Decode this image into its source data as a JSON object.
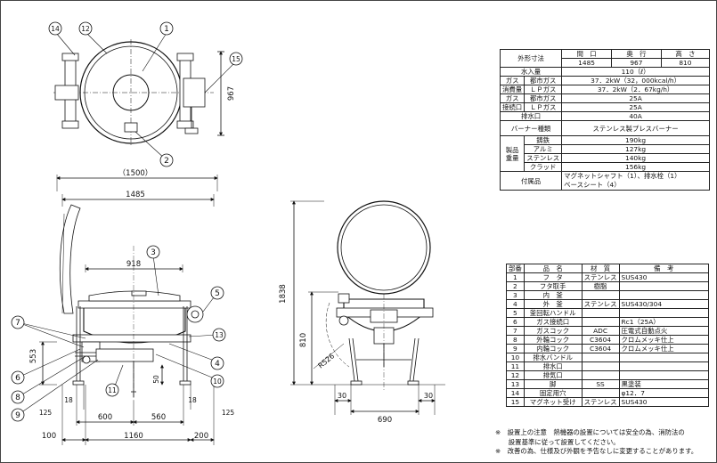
{
  "spec": {
    "outer_dim_label": "外形寸法",
    "dim_headers": [
      "間　口",
      "奥　行",
      "高　さ"
    ],
    "dim_values": [
      "1485",
      "967",
      "810"
    ],
    "water_label": "水入量",
    "water_value": "110（ℓ）",
    "gas_consumption_label": "ガス消費量",
    "gas_consumption_label_parts": [
      "ガス",
      "消費量"
    ],
    "city_gas_label": "都市ガス",
    "lp_gas_label": "ＬＰガス",
    "consumption_city": "37．2kW（32，000kcal/h）",
    "consumption_lp": "37．2kW（2．67kg/h）",
    "gas_conn_label": "ガス接続口",
    "gas_conn_label_parts": [
      "ガス",
      "接続口"
    ],
    "conn_city": "25A",
    "conn_lp": "25A",
    "drain_label": "排水口",
    "drain_value": "40A",
    "burner_label": "バーナー種類",
    "burner_value": "ステンレス製プレスバーナー",
    "weight_label": "製品重量",
    "weight_label_parts": [
      "製品",
      "重量"
    ],
    "weights": [
      {
        "material": "鋳鉄",
        "value": "190kg"
      },
      {
        "material": "アルミ",
        "value": "127kg"
      },
      {
        "material": "ステンレス",
        "value": "140kg"
      },
      {
        "material": "クラッド",
        "value": "156kg"
      }
    ],
    "accessory_label": "付属品",
    "accessory_line1": "マグネットシャフト（1）、排水栓（1）",
    "accessory_line2": "ベースシート（4）"
  },
  "parts": {
    "headers": [
      "部番",
      "品　名",
      "材　質",
      "備　考"
    ],
    "rows": [
      {
        "no": "1",
        "name": "フ　タ",
        "material": "ステンレス",
        "note": "SUS430"
      },
      {
        "no": "2",
        "name": "フタ取手",
        "material": "樹脂",
        "note": ""
      },
      {
        "no": "3",
        "name": "内　釜",
        "material": "",
        "note": ""
      },
      {
        "no": "4",
        "name": "外　釜",
        "material": "ステンレス",
        "note": "SUS430/304"
      },
      {
        "no": "5",
        "name": "釜回転ハンドル",
        "material": "",
        "note": ""
      },
      {
        "no": "6",
        "name": "ガス接続口",
        "material": "",
        "note": "Rc1（25A）"
      },
      {
        "no": "7",
        "name": "ガスコック",
        "material": "ADC",
        "note": "圧電式自動点火"
      },
      {
        "no": "8",
        "name": "外輪コック",
        "material": "C3604",
        "note": "クロムメッキ仕上"
      },
      {
        "no": "9",
        "name": "内輪コック",
        "material": "C3604",
        "note": "クロムメッキ仕上"
      },
      {
        "no": "10",
        "name": "排水バンドル",
        "material": "",
        "note": ""
      },
      {
        "no": "11",
        "name": "排水口",
        "material": "",
        "note": ""
      },
      {
        "no": "12",
        "name": "排気口",
        "material": "",
        "note": ""
      },
      {
        "no": "13",
        "name": "脚",
        "material": "SS",
        "note": "黒塗装"
      },
      {
        "no": "14",
        "name": "固定用穴",
        "material": "",
        "note": "φ12．7"
      },
      {
        "no": "15",
        "name": "マグネット受け",
        "material": "ステンレス",
        "note": "SUS430"
      }
    ]
  },
  "notes": {
    "line1": "※　設置上の注意　熱機器の設置については安全の為、消防法の",
    "line2": "　　設置基準に従って設置してください。",
    "line3": "※　改善の為、仕様及び外観を予告なしに変更することがあります。"
  },
  "drawing": {
    "callouts": [
      "1",
      "2",
      "3",
      "4",
      "5",
      "6",
      "7",
      "8",
      "9",
      "10",
      "11",
      "12",
      "13",
      "14",
      "15"
    ],
    "dim_1500": "（1500）",
    "dim_1485": "1485",
    "dim_918": "918",
    "dim_553": "553",
    "dim_18": "18",
    "dim_125": "125",
    "dim_600": "600",
    "dim_560": "560",
    "dim_100": "100",
    "dim_1160": "1160",
    "dim_200": "200",
    "dim_50": "50",
    "dim_967": "967",
    "dim_1838": "1838",
    "dim_810": "810",
    "dim_r526": "R526",
    "dim_30": "30",
    "dim_690": "690"
  }
}
